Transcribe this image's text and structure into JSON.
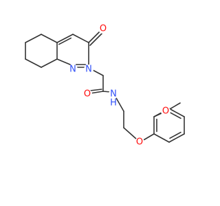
{
  "molecule": {
    "atoms": {
      "o_ketone": {
        "symbol": "O",
        "color": "#ff0d0d"
      },
      "n_ring_a": {
        "symbol": "N",
        "color": "#3050f8"
      },
      "n_ring_b": {
        "symbol": "N",
        "color": "#3050f8"
      },
      "o_amide": {
        "symbol": "O",
        "color": "#ff0d0d"
      },
      "n_amide": {
        "symbol": "N",
        "color": "#3050f8"
      },
      "h_amide": {
        "symbol": "H",
        "color": "#3050f8"
      },
      "o_ether": {
        "symbol": "O",
        "color": "#ff0d0d"
      },
      "o_methoxy": {
        "symbol": "O",
        "color": "#ff0d0d"
      }
    },
    "bond_color": "#333333"
  }
}
